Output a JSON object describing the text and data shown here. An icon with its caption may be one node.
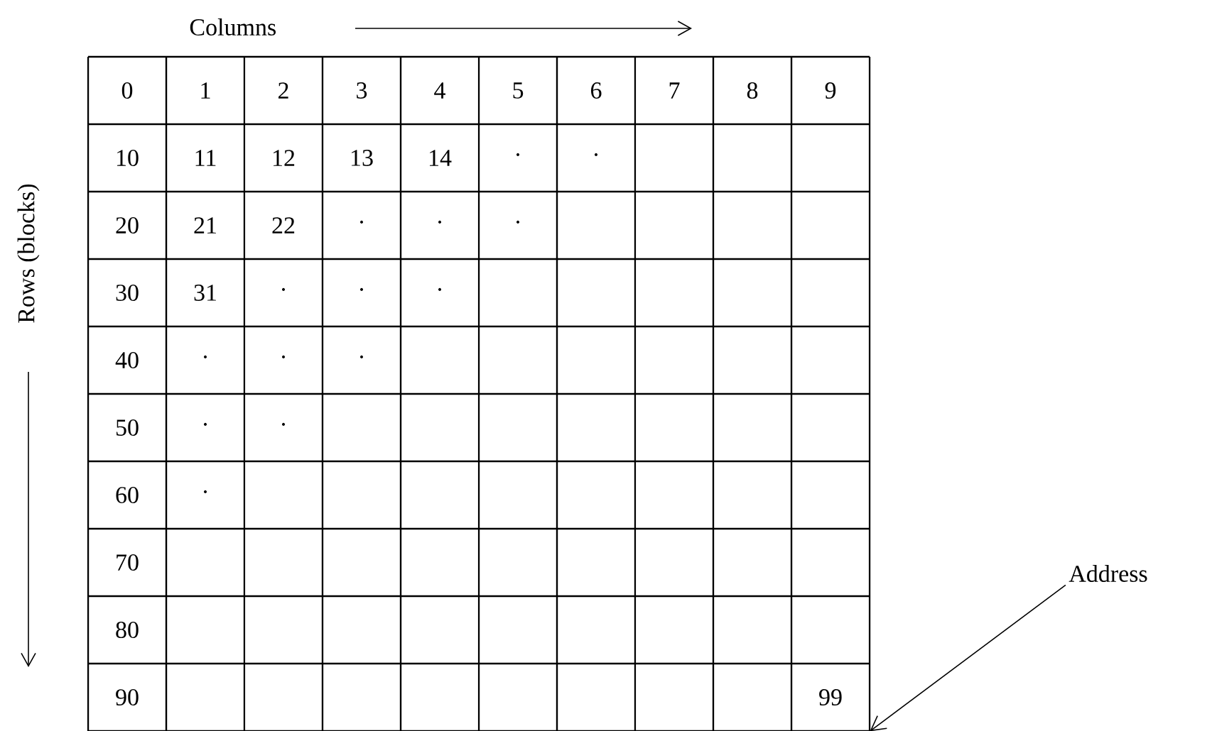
{
  "diagram": {
    "nodes": [
      {
        "text": [
          "Address"
        ]
      },
      {
        "text": [
          "99"
        ]
      }
    ],
    "edges": [
      {
        "from": 0,
        "to": 1,
        "arrow": "to"
      }
    ],
    "labels": [
      "Columns",
      "Rows (blocks)",
      "0",
      "1",
      "2",
      "3",
      "4",
      "5",
      "6",
      "7",
      "8",
      "9",
      "10",
      "11",
      "12",
      "13",
      "14",
      "·",
      "·",
      "20",
      "21",
      "22",
      "·",
      "·",
      "·",
      "30",
      "31",
      "·",
      "·",
      "·",
      "40",
      "·",
      "·",
      "·",
      "50",
      "·",
      "·",
      "60",
      "·",
      "70",
      "80",
      "90"
    ]
  }
}
